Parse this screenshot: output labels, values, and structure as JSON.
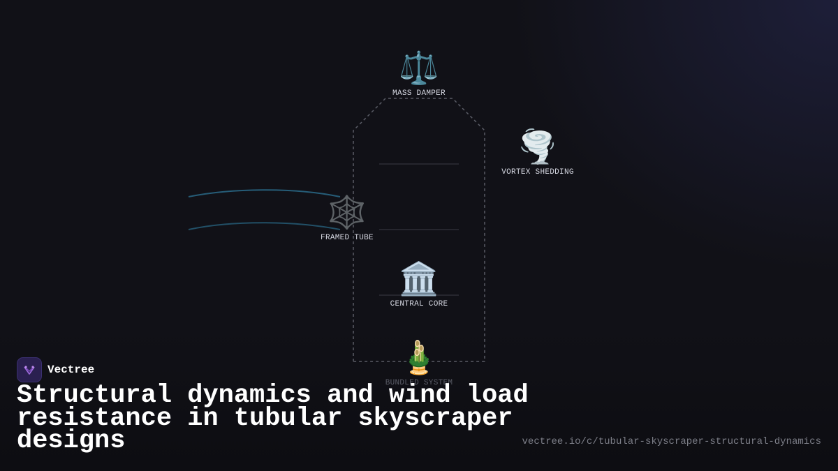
{
  "brand": {
    "name": "Vectree"
  },
  "title": "Structural dynamics and wind load resistance in tubular skyscraper designs",
  "url": "vectree.io/c/tubular-skyscraper-structural-dynamics",
  "diagram": {
    "nodes": [
      {
        "id": "mass-damper",
        "label": "MASS DAMPER",
        "icon": "balance-scale-icon",
        "glyph": "⚖️"
      },
      {
        "id": "vortex-shedding",
        "label": "VORTEX SHEDDING",
        "icon": "tornado-icon",
        "glyph": "🌪️"
      },
      {
        "id": "framed-tube",
        "label": "FRAMED TUBE",
        "icon": "web-icon",
        "glyph": "🕸️"
      },
      {
        "id": "central-core",
        "label": "CENTRAL CORE",
        "icon": "classical-building-icon",
        "glyph": "🏛️"
      },
      {
        "id": "bundled-system",
        "label": "BUNDLED SYSTEM",
        "icon": "bamboo-icon",
        "glyph": "🎍"
      }
    ]
  },
  "colors": {
    "background": "#111117",
    "wind_lines": "#2a6b8a",
    "outline": "#5a5c66",
    "brand_accent": "#a06be0"
  }
}
